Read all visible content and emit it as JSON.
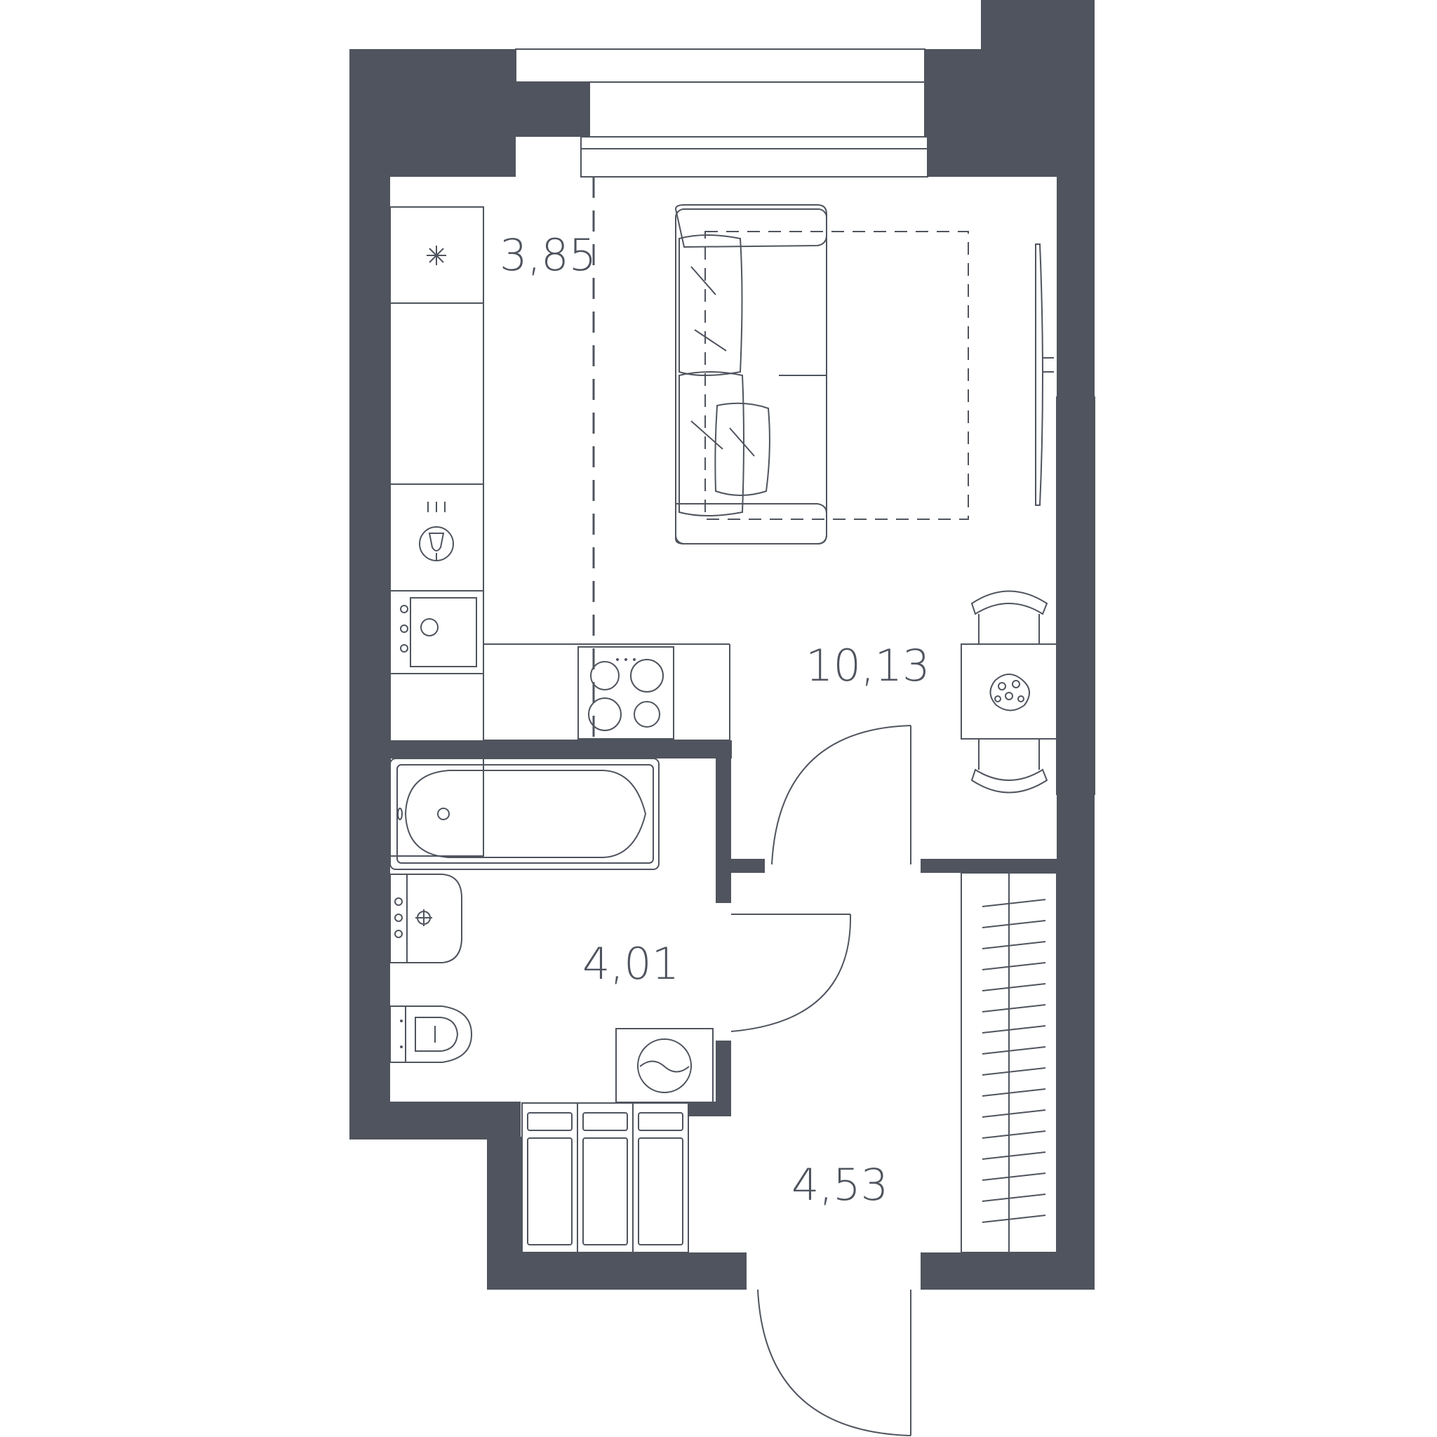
{
  "floorplan": {
    "rooms": [
      {
        "id": "kitchen",
        "area": "3,85"
      },
      {
        "id": "living-room",
        "area": "10,13"
      },
      {
        "id": "bathroom",
        "area": "4,01"
      },
      {
        "id": "hallway",
        "area": "4,53"
      }
    ]
  },
  "colors": {
    "wall": "#4f545e",
    "background": "#ffffff"
  }
}
